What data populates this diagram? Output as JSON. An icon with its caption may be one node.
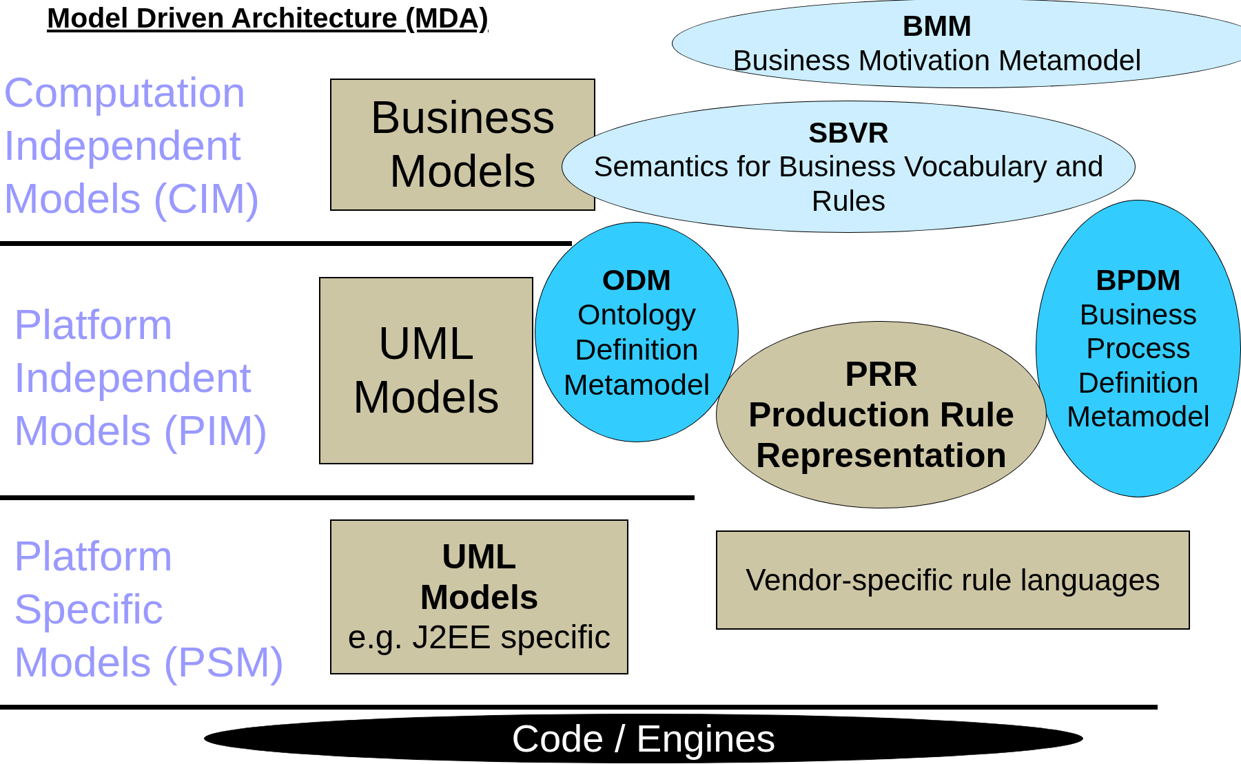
{
  "diagram": {
    "title": "Model Driven Architecture (MDA)",
    "nodes": [
      {
        "text": [
          "BMM",
          "Business Motivation Metamodel"
        ]
      },
      {
        "text": [
          "Business Models"
        ]
      },
      {
        "text": [
          "SBVR",
          "Semantics for Business Vocabulary and Rules"
        ]
      },
      {
        "text": [
          "ODM",
          "Ontology Definition Metamodel"
        ]
      },
      {
        "text": [
          "UML Models"
        ]
      },
      {
        "text": [
          "BPDM",
          "Business Process Definition Metamodel"
        ]
      },
      {
        "text": [
          "PRR",
          "Production Rule Representation"
        ]
      },
      {
        "text": [
          "UML Models",
          "e.g. J2EE specific"
        ]
      },
      {
        "text": [
          "Vendor-specific rule languages"
        ]
      },
      {
        "text": [
          "Code / Engines"
        ]
      }
    ],
    "labels": [
      "Computation Independent Models (CIM)",
      "Platform Independent Models (PIM)",
      "Platform Specific Models (PSM)"
    ]
  }
}
